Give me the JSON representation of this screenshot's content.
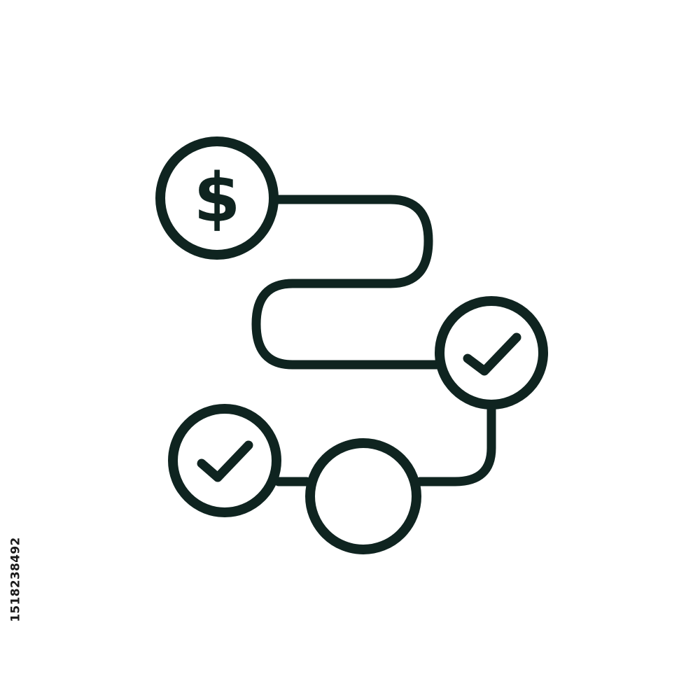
{
  "icon": {
    "subject": "payment-process-flow",
    "stroke_color": "#0f2420",
    "background_color": "#ffffff",
    "steps": [
      {
        "name": "dollar-coin-step",
        "icon": "dollar-icon",
        "glyph": "$"
      },
      {
        "name": "completed-step",
        "icon": "checkmark-icon"
      },
      {
        "name": "pending-step",
        "icon": "empty-circle-icon"
      },
      {
        "name": "completed-step",
        "icon": "checkmark-icon"
      }
    ]
  },
  "watermark": {
    "stock_id": "1518238492",
    "color": "#1a1a1a"
  }
}
